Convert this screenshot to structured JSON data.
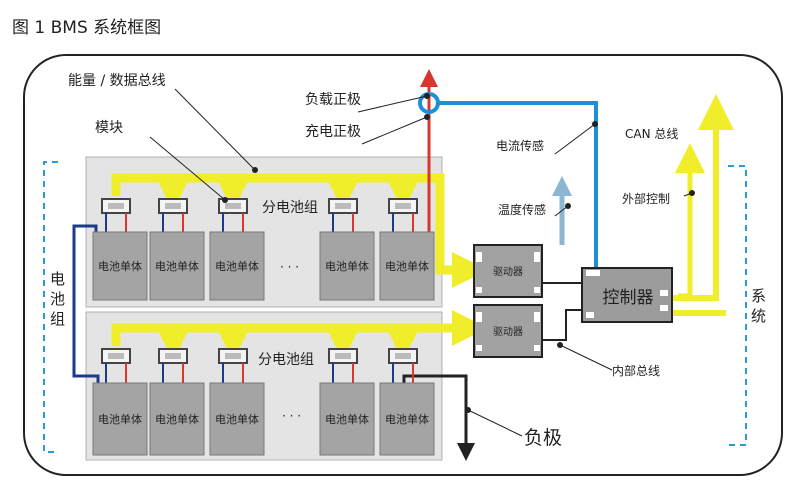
{
  "figure_title": "图 1   BMS 系统框图",
  "labels": {
    "energy_bus": "能量 / 数据总线",
    "module": "模块",
    "sub_pack": "分电池组",
    "cell": "电池单体",
    "dots": "·  ·  ·",
    "battery_pack": [
      "电",
      "池",
      "组"
    ],
    "load_positive": "负载正极",
    "charge_positive": "充电正极",
    "current_sense": "电流传感",
    "temp_sense": "温度传感",
    "driver": "驱动器",
    "controller": "控制器",
    "can_bus": "CAN 总线",
    "external_control": "外部控制",
    "internal_bus": "内部总线",
    "negative": "负极",
    "system": [
      "系",
      "统"
    ]
  },
  "colors": {
    "bus_yellow": "#f0ee2a",
    "current_blue": "#1b8fd8",
    "temp_blue": "#8db5d4",
    "positive_red": "#d8372d",
    "pack_bg": "#e4e4e4",
    "cell_fill": "#a4a4a4",
    "controller_fill": "#9c9c9c",
    "dashed_blue": "#2a9ad8"
  }
}
